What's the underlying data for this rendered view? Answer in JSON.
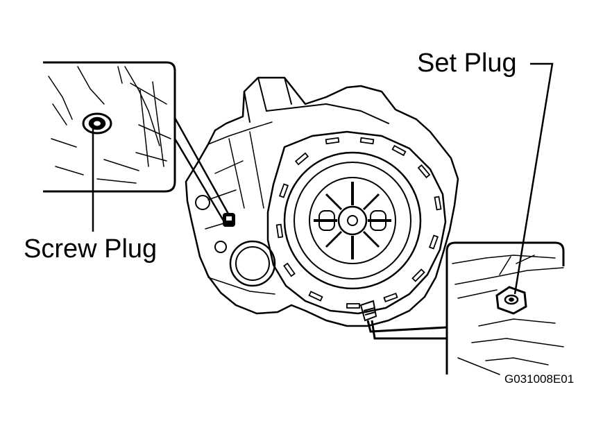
{
  "labels": {
    "set_plug": "Set Plug",
    "screw_plug": "Screw Plug",
    "figure_code": "G031008E01"
  },
  "colors": {
    "ink": "#000000",
    "paper": "#ffffff"
  }
}
